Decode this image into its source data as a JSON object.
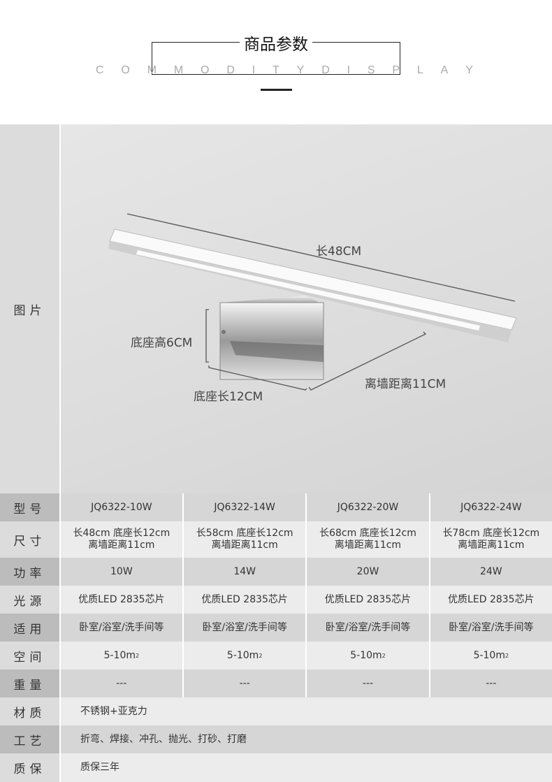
{
  "header": {
    "title": "商品参数",
    "subtitle_letters": [
      "C",
      "O",
      "M",
      "M",
      "O",
      "D",
      "I",
      "T",
      "Y",
      "D",
      "I",
      "S",
      "P",
      "L",
      "A",
      "Y"
    ]
  },
  "image_section": {
    "label": "图片",
    "annotations": {
      "length": "长48CM",
      "base_height": "底座高6CM",
      "base_length": "底座长12CM",
      "wall_distance": "离墙距离11CM"
    }
  },
  "specs": [
    {
      "label": "型号",
      "values": [
        "JQ6322-10W",
        "JQ6322-14W",
        "JQ6322-20W",
        "JQ6322-24W"
      ]
    },
    {
      "label": "尺寸",
      "values": [
        [
          "长48cm 底座长12cm",
          "离墙距离11cm"
        ],
        [
          "长58cm 底座长12cm",
          "离墙距离11cm"
        ],
        [
          "长68cm 底座长12cm",
          "离墙距离11cm"
        ],
        [
          "长78cm 底座长12cm",
          "离墙距离11cm"
        ]
      ]
    },
    {
      "label": "功率",
      "values": [
        "10W",
        "14W",
        "20W",
        "24W"
      ]
    },
    {
      "label": "光源",
      "values": [
        "优质LED 2835芯片",
        "优质LED 2835芯片",
        "优质LED 2835芯片",
        "优质LED 2835芯片"
      ]
    },
    {
      "label": "适用",
      "values": [
        "卧室/浴室/洗手间等",
        "卧室/浴室/洗手间等",
        "卧室/浴室/洗手间等",
        "卧室/浴室/洗手间等"
      ]
    },
    {
      "label": "空间",
      "values": [
        "5-10m",
        "5-10m",
        "5-10m",
        "5-10m"
      ],
      "unit_sup": "2"
    },
    {
      "label": "重量",
      "values": [
        "---",
        "---",
        "---",
        "---"
      ]
    },
    {
      "label": "材质",
      "value": "不锈钢+亚克力"
    },
    {
      "label": "工艺",
      "value": "折弯、焊接、冲孔、抛光、打砂、打磨"
    },
    {
      "label": "质保",
      "value": "质保三年"
    }
  ]
}
